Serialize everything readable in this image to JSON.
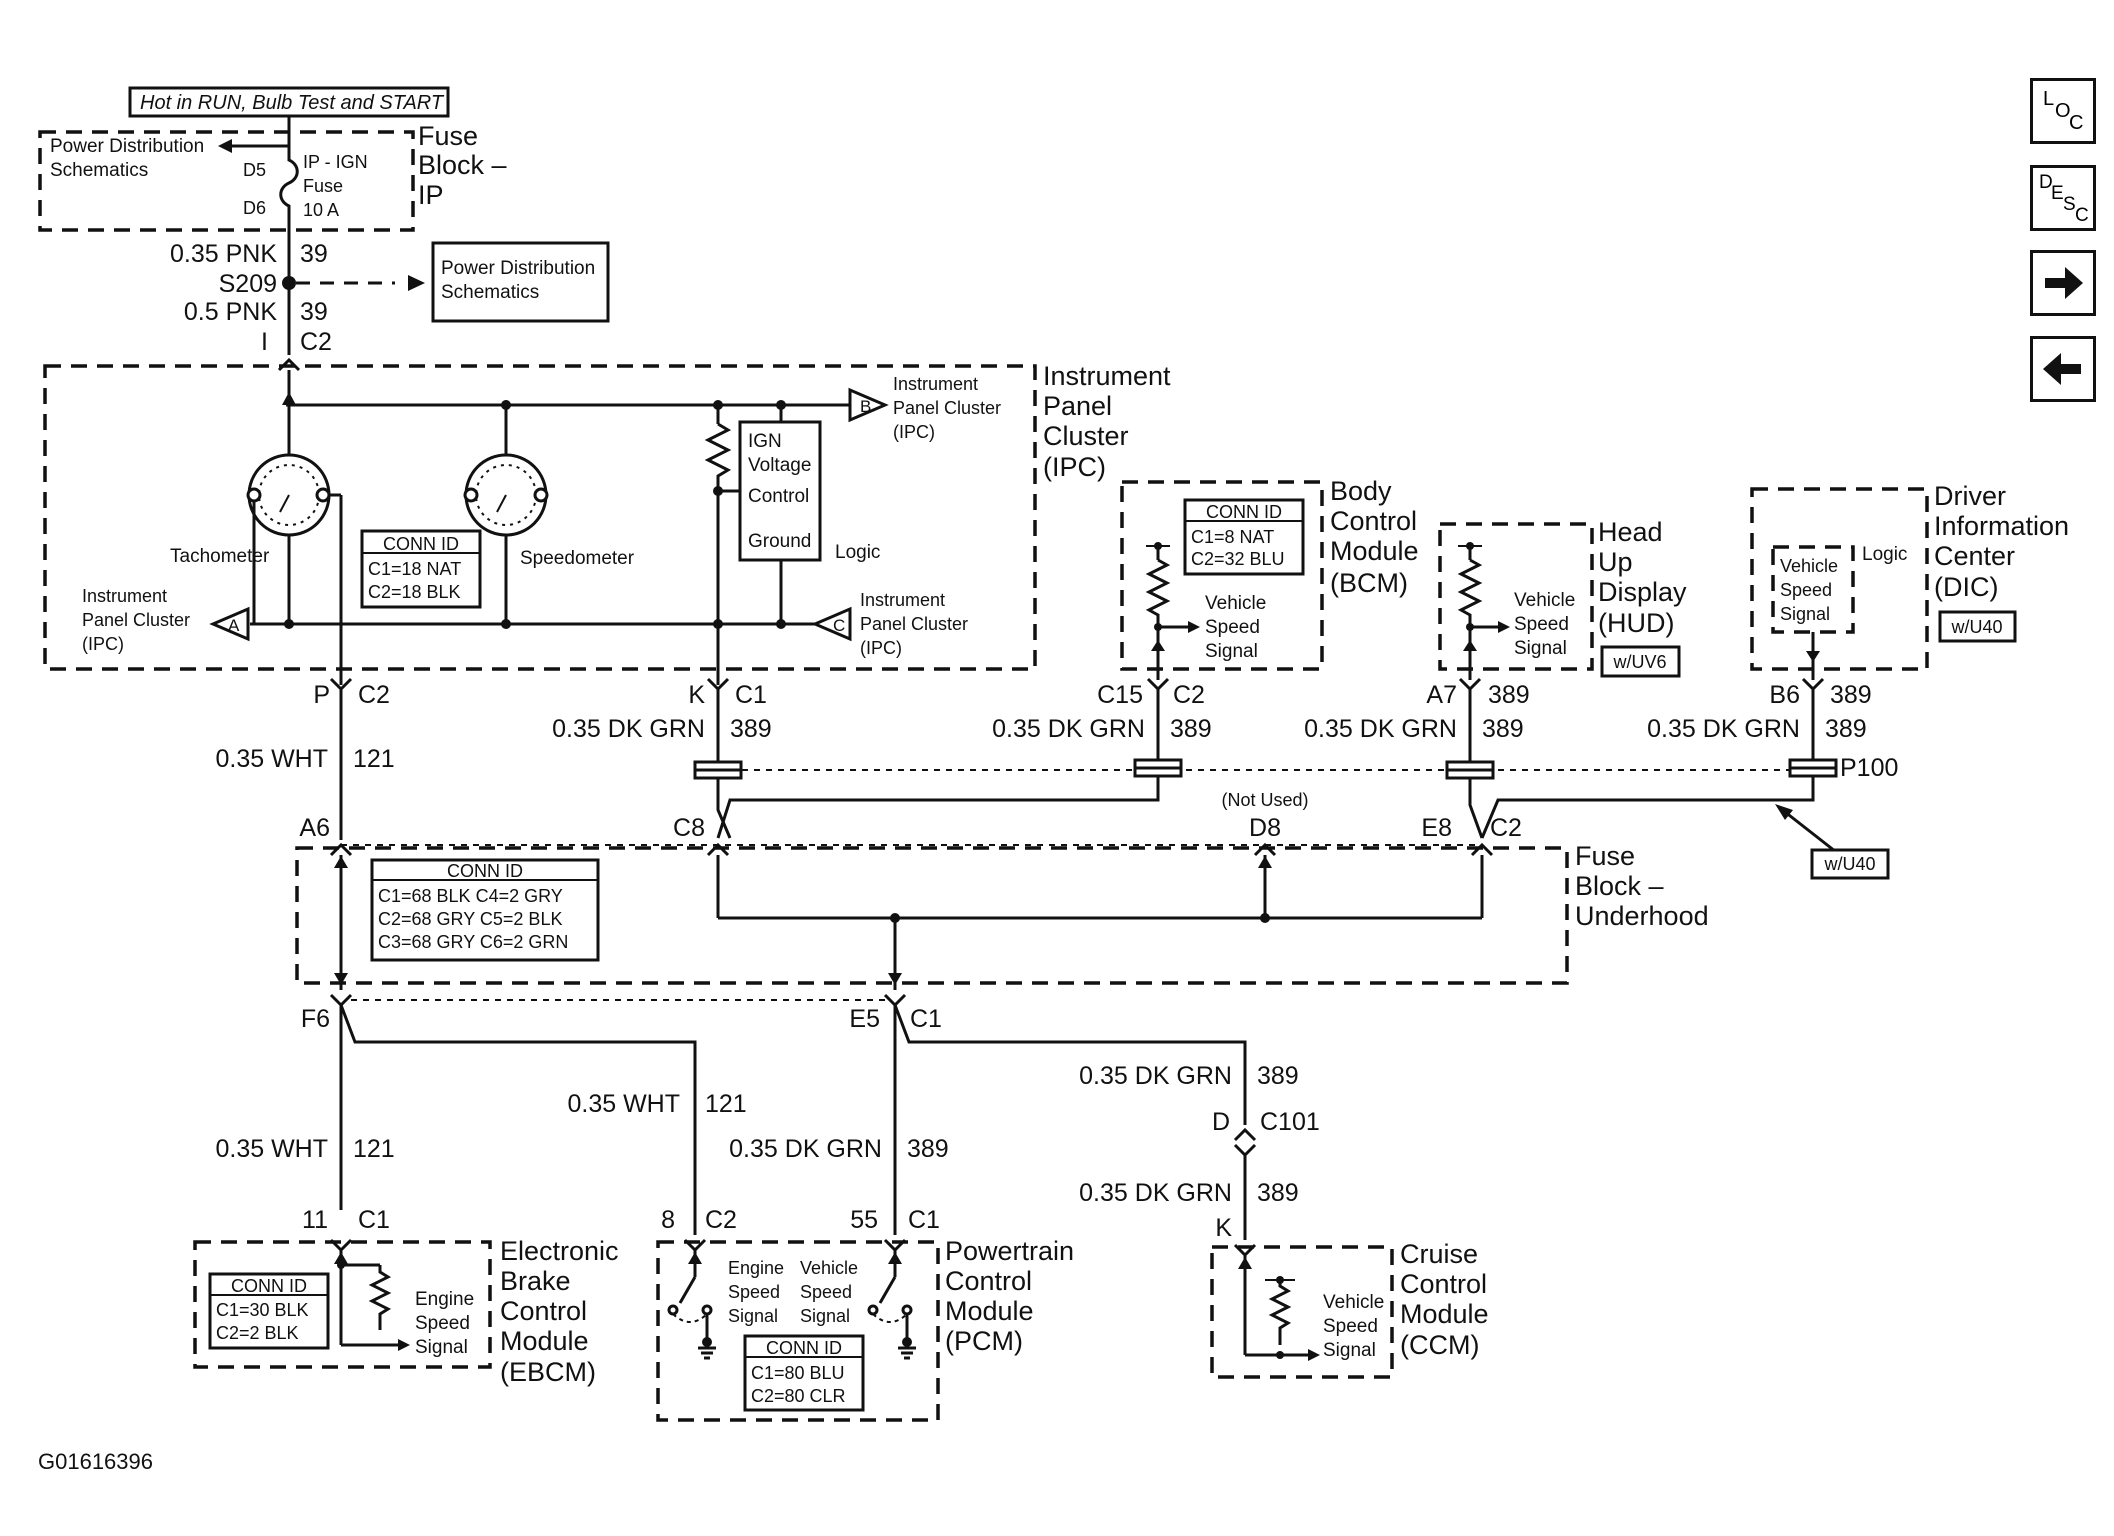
{
  "diagram_id": "G01616396",
  "nav": {
    "loc": [
      "L",
      "O",
      "C"
    ],
    "desc": [
      "D",
      "E",
      "S",
      "C"
    ]
  },
  "fuse_block_ip": {
    "hot_label": "Hot in RUN, Bulb Test and START",
    "title": [
      "Fuse",
      "Block –",
      "IP"
    ],
    "power_dist": [
      "Power Distribution",
      "Schematics"
    ],
    "d5": "D5",
    "d6": "D6",
    "fuse": [
      "IP - IGN",
      "Fuse",
      "10 A"
    ]
  },
  "splice_s209": {
    "wire_top": "0.35 PNK",
    "circuit_top": "39",
    "name": "S209",
    "wire_bottom": "0.5 PNK",
    "circuit_bottom": "39",
    "pin": "I",
    "conn": "C2",
    "power_dist": [
      "Power Distribution",
      "Schematics"
    ]
  },
  "ipc": {
    "title": [
      "Instrument",
      "Panel",
      "Cluster",
      "(IPC)"
    ],
    "tachometer": "Tachometer",
    "speedometer": "Speedometer",
    "conn_id": [
      "CONN ID",
      "C1=18 NAT",
      "C2=18 BLK"
    ],
    "ign_box": [
      "IGN",
      "Voltage",
      "Control",
      "Ground"
    ],
    "logic": "Logic",
    "ref_b": {
      "letter": "B",
      "text": [
        "Instrument",
        "Panel Cluster",
        "(IPC)"
      ]
    },
    "ref_a": {
      "letter": "A",
      "text": [
        "Instrument",
        "Panel Cluster",
        "(IPC)"
      ]
    },
    "ref_c": {
      "letter": "C",
      "text": [
        "Instrument",
        "Panel Cluster",
        "(IPC)"
      ]
    },
    "pin_p": "P",
    "conn_p": "C2",
    "pin_k": "K",
    "conn_k": "C1"
  },
  "bcm": {
    "title": [
      "Body",
      "Control",
      "Module",
      "(BCM)"
    ],
    "conn_id": [
      "CONN ID",
      "C1=8 NAT",
      "C2=32 BLU"
    ],
    "signal": [
      "Vehicle",
      "Speed",
      "Signal"
    ],
    "pin": "C15",
    "conn": "C2"
  },
  "hud": {
    "title": [
      "Head",
      "Up",
      "Display",
      "(HUD)"
    ],
    "option": "w/UV6",
    "signal": [
      "Vehicle",
      "Speed",
      "Signal"
    ],
    "pin": "A7",
    "conn": "389"
  },
  "dic": {
    "title": [
      "Driver",
      "Information",
      "Center",
      "(DIC)"
    ],
    "option": "w/U40",
    "signal": [
      "Vehicle",
      "Speed",
      "Signal"
    ],
    "logic": "Logic",
    "pin": "B6",
    "circuit": "389"
  },
  "wires": {
    "ipc_p": {
      "wire": "0.35 WHT",
      "circuit": "121"
    },
    "ipc_k": {
      "wire": "0.35 DK GRN",
      "circuit": "389"
    },
    "bcm": {
      "wire": "0.35 DK GRN",
      "circuit": "389"
    },
    "hud": {
      "wire": "0.35 DK GRN",
      "circuit": "389"
    },
    "dic": {
      "wire": "0.35 DK GRN",
      "circuit": "389"
    },
    "ebcm": {
      "wire": "0.35 WHT",
      "circuit": "121"
    },
    "pcm_wht": {
      "wire": "0.35 WHT",
      "circuit": "121"
    },
    "pcm_grn": {
      "wire": "0.35 DK GRN",
      "circuit": "389"
    },
    "ccm_top": {
      "wire": "0.35 DK GRN",
      "circuit": "389"
    },
    "ccm_bottom": {
      "wire": "0.35 DK GRN",
      "circuit": "389"
    }
  },
  "p100": {
    "name": "P100",
    "option": "w/U40"
  },
  "fuse_block_uh": {
    "title": [
      "Fuse",
      "Block –",
      "Underhood"
    ],
    "conn_id": [
      "CONN ID",
      "C1=68 BLK  C4=2 GRY",
      "C2=68 GRY  C5=2 BLK",
      "C3=68 GRY  C6=2 GRN"
    ],
    "a6": "A6",
    "c8": "C8",
    "d8": "D8",
    "not_used": "(Not Used)",
    "e8": "E8",
    "e8_conn": "C2",
    "f6": "F6",
    "e5": "E5",
    "e5_conn": "C1"
  },
  "c101": {
    "pin_d": "D",
    "name": "C101",
    "pin_k": "K"
  },
  "ebcm": {
    "title": [
      "Electronic",
      "Brake",
      "Control",
      "Module",
      "(EBCM)"
    ],
    "conn_id": [
      "CONN ID",
      "C1=30 BLK",
      "C2=2 BLK"
    ],
    "signal": [
      "Engine",
      "Speed",
      "Signal"
    ],
    "pin": "11",
    "conn": "C1"
  },
  "pcm": {
    "title": [
      "Powertrain",
      "Control",
      "Module",
      "(PCM)"
    ],
    "conn_id": [
      "CONN ID",
      "C1=80 BLU",
      "C2=80 CLR"
    ],
    "eng_signal": [
      "Engine",
      "Speed",
      "Signal"
    ],
    "veh_signal": [
      "Vehicle",
      "Speed",
      "Signal"
    ],
    "pin8": "8",
    "conn8": "C2",
    "pin55": "55",
    "conn55": "C1"
  },
  "ccm": {
    "title": [
      "Cruise",
      "Control",
      "Module",
      "(CCM)"
    ],
    "signal": [
      "Vehicle",
      "Speed",
      "Signal"
    ]
  }
}
